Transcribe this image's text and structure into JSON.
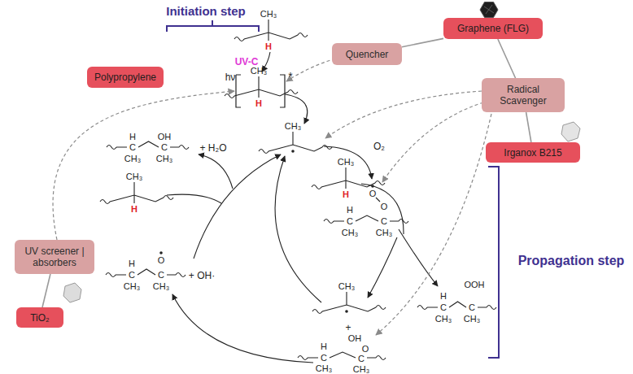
{
  "diagram": {
    "nodes": [
      {
        "text": [
          "Graphene (FLG)"
        ]
      },
      {
        "text": [
          "Quencher"
        ]
      },
      {
        "text": [
          "Polypropylene"
        ]
      },
      {
        "text": [
          "Radical Scavenger"
        ]
      },
      {
        "text": [
          "Irganox B215"
        ]
      },
      {
        "text": [
          "UV screener | absorbers"
        ]
      },
      {
        "text": [
          "TiO₂"
        ]
      }
    ],
    "edges": [
      {
        "from": 0,
        "to": 1,
        "arrow": "none"
      },
      {
        "from": 0,
        "to": 3,
        "arrow": "none"
      },
      {
        "from": 3,
        "to": 4,
        "arrow": "none"
      },
      {
        "from": 5,
        "to": 6,
        "arrow": "none"
      }
    ],
    "labels": [
      "Initiation step",
      "UV-C",
      "hν",
      "*",
      "Propagation step",
      "+ H₂O",
      "O₂",
      "+ OH·",
      "+",
      "CH₃",
      "H",
      "CH₃",
      "H",
      "CH₃",
      "CH₃",
      "H",
      "O",
      "O",
      "H",
      "C",
      "C",
      "CH₃",
      "CH₃",
      "H",
      "OOH",
      "C",
      "C",
      "CH₃",
      "CH₃",
      "CH₃",
      "OH",
      "O",
      "H",
      "C",
      "C",
      "CH₃",
      "CH₃",
      "O",
      "H",
      "C",
      "C",
      "CH₃",
      "CH₃",
      "CH₃",
      "H",
      "H",
      "OH",
      "C",
      "C",
      "CH₃",
      "CH₃"
    ]
  }
}
